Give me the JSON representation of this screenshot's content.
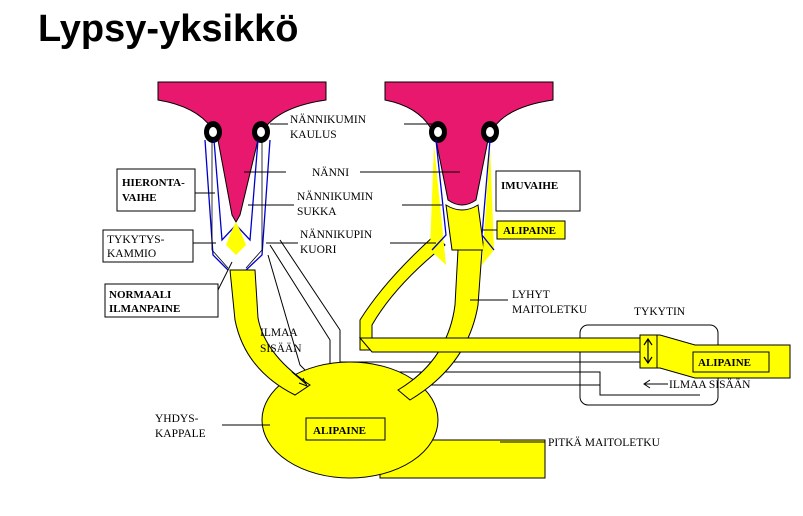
{
  "title": "Lypsy-yksikkö",
  "labels": {
    "kaulus_1": "NÄNNIKUMIN",
    "kaulus_2": "KAULUS",
    "nanni": "NÄNNI",
    "sukka_1": "NÄNNIKUMIN",
    "sukka_2": "SUKKA",
    "kuori_1": "NÄNNIKUPIN",
    "kuori_2": "KUORI",
    "hieronta_1": "HIERONTA-",
    "hieronta_2": "VAIHE",
    "imuvaihe": "IMUVAIHE",
    "tykytys_1": "TYKYTYS-",
    "tykytys_2": "KAMMIO",
    "normaali_1": "NORMAALI",
    "normaali_2": "ILMANPAINE",
    "alipaine_right": "ALIPAINE",
    "lyhyt_1": "LYHYT",
    "lyhyt_2": "MAITOLETKU",
    "tykytin": "TYKYTIN",
    "alipaine_tykytin": "ALIPAINE",
    "ilmaa_sisaan_right": "ILMAA SISÄÄN",
    "ilmaa_1": "ILMAA",
    "ilmaa_2": "SISÄÄN",
    "yhdys_1": "YHDYS-",
    "yhdys_2": "KAPPALE",
    "alipaine_center": "ALIPAINE",
    "pitka": "PITKÄ MAITOLETKU"
  },
  "colors": {
    "teat": "#e8186e",
    "milk": "#ffff00",
    "liner": "#0000cc"
  }
}
